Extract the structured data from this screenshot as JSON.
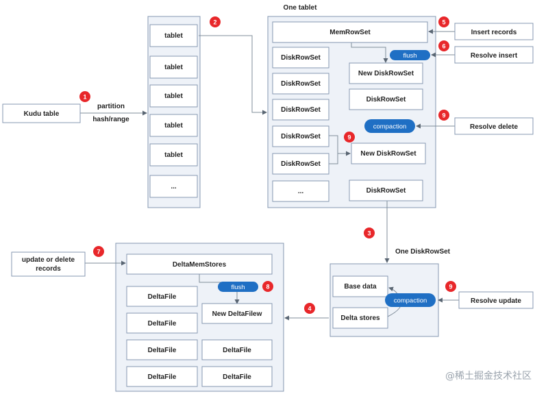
{
  "labels": {
    "one_tablet": "One  tablet",
    "one_diskrowset": "One  DiskRowSet",
    "partition": "partition",
    "hash_range": "hash/range"
  },
  "nodes": {
    "kudu_table": "Kudu  table",
    "tablet": "tablet",
    "ellipsis": "...",
    "memrowset": "MemRowSet",
    "diskrowset": "DiskRowSet",
    "new_diskrowset": "New DiskRowSet",
    "insert_records": "Insert records",
    "resolve_insert": "Resolve insert",
    "resolve_delete": "Resolve delete",
    "resolve_update": "Resolve update",
    "update_delete_line1": "update or delete",
    "update_delete_line2": "records",
    "base_data": "Base data",
    "delta_stores": "Delta stores",
    "deltamemstores": "DeltaMemStores",
    "deltafile": "DeltaFile",
    "new_deltafile": "New DeltaFilew"
  },
  "pills": {
    "flush": "flush",
    "compaction": "compaction"
  },
  "badges": [
    "1",
    "2",
    "3",
    "4",
    "5",
    "6",
    "7",
    "8",
    "9"
  ],
  "watermark": "@稀土掘金技术社区",
  "colors": {
    "accent": "#1f6fc4",
    "badge": "#e8272a",
    "border": "#8497b0",
    "group_fill": "#eef2f8"
  }
}
